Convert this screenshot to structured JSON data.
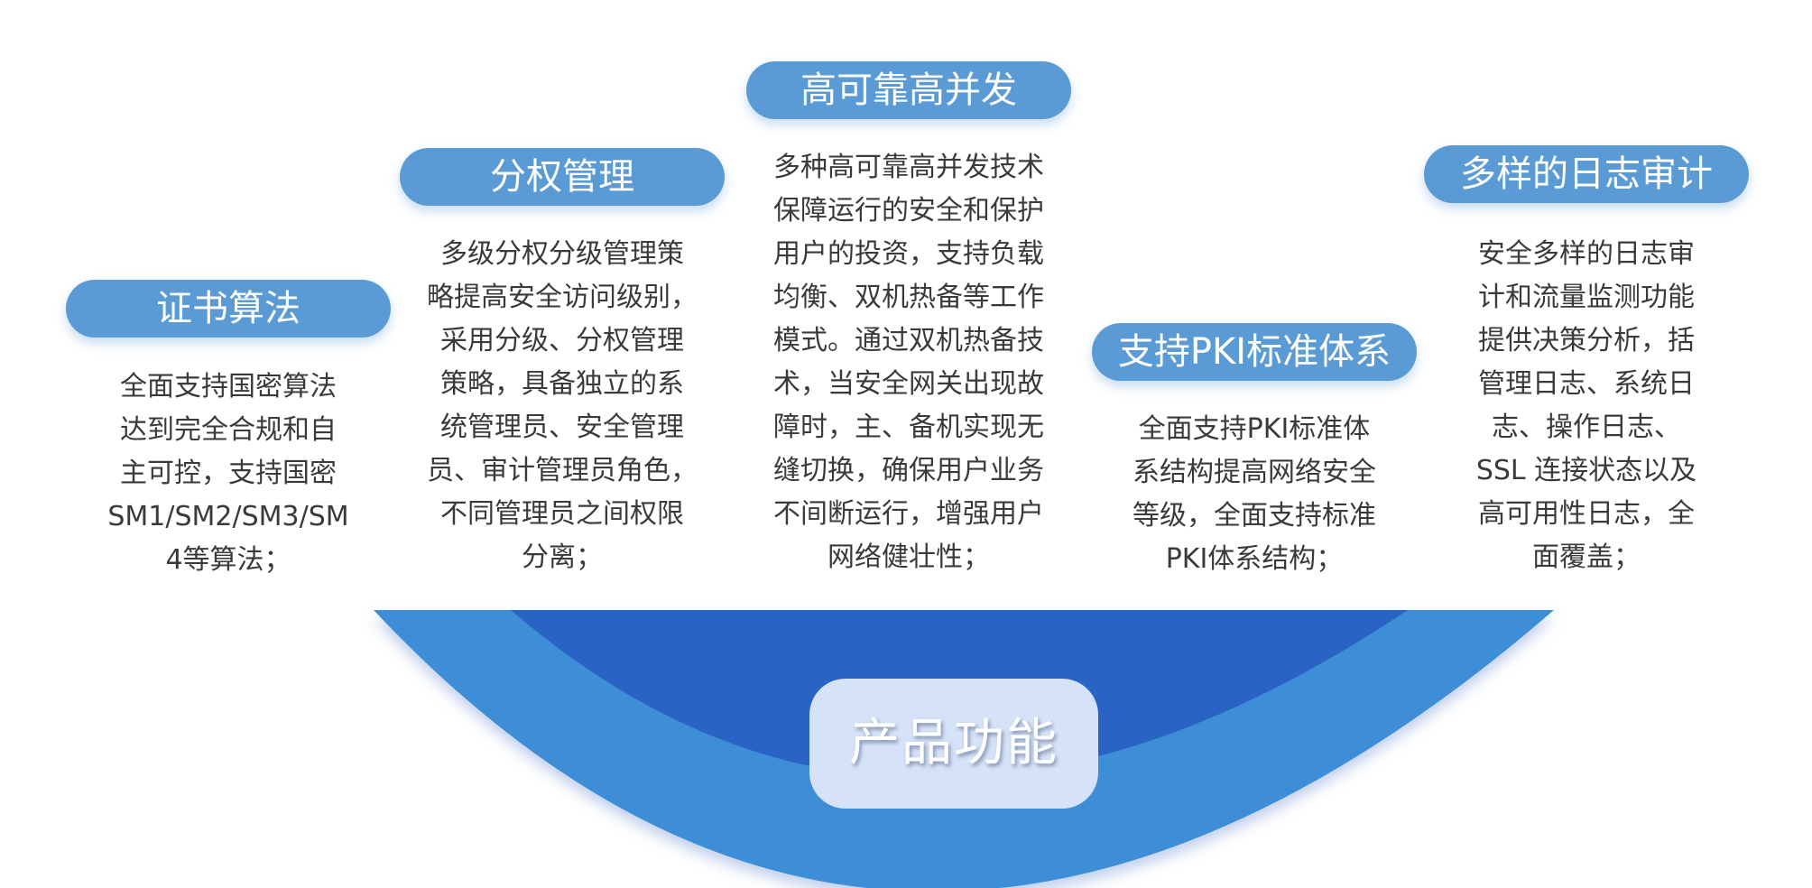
{
  "colors": {
    "pill": "#5b9bd5",
    "bowl_outer": "#3d8ed6",
    "bowl_inner": "#2963c4",
    "center_box": "#d6e2f7",
    "text": "#3a3a3a"
  },
  "center": {
    "label": "产品功能"
  },
  "features": [
    {
      "title": "证书算法",
      "lines": [
        "全面支持国密算法",
        "达到完全合规和自",
        "主可控，支持国密",
        "SM1/SM2/SM3/SM",
        "4等算法；"
      ]
    },
    {
      "title": "分权管理",
      "lines": [
        "多级分权分级管理策",
        "略提高安全访问级别，",
        "采用分级、分权管理",
        "策略，具备独立的系",
        "统管理员、安全管理",
        "员、审计管理员角色，",
        "不同管理员之间权限",
        "分离；"
      ]
    },
    {
      "title": "高可靠高并发",
      "lines": [
        "多种高可靠高并发技术",
        "保障运行的安全和保护",
        "用户的投资，支持负载",
        "均衡、双机热备等工作",
        "模式。通过双机热备技",
        "术，当安全网关出现故",
        "障时，主、备机实现无",
        "缝切换，确保用户业务",
        "不间断运行，增强用户",
        "网络健壮性；"
      ]
    },
    {
      "title": "支持PKI标准体系",
      "lines": [
        "全面支持PKI标准体",
        "系结构提高网络安全",
        "等级，全面支持标准",
        "PKI体系结构；"
      ]
    },
    {
      "title": "多样的日志审计",
      "lines": [
        "安全多样的日志审",
        "计和流量监测功能",
        "提供决策分析，括",
        "管理日志、系统日",
        "志、操作日志、",
        "SSL 连接状态以及",
        "高可用性日志，全",
        "面覆盖；"
      ]
    }
  ]
}
